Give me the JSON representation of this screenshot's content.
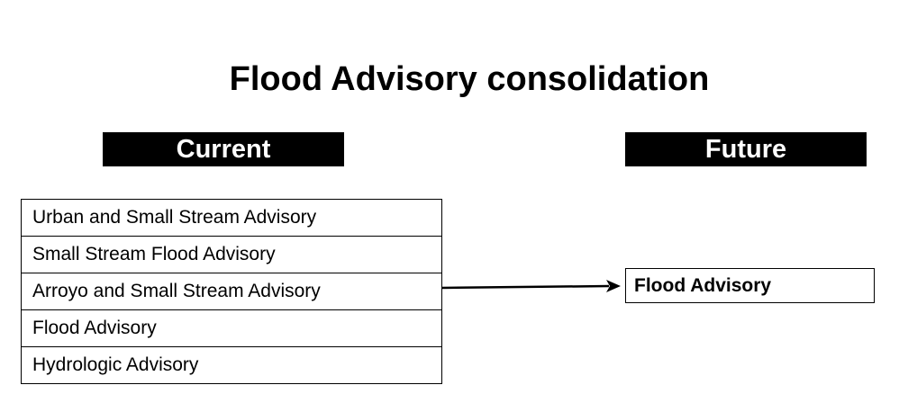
{
  "diagram": {
    "title": "Flood Advisory consolidation",
    "current_header": "Current",
    "future_header": "Future",
    "current_items": [
      "Urban and Small Stream Advisory",
      "Small Stream Flood Advisory",
      "Arroyo and Small Stream Advisory",
      "Flood Advisory",
      "Hydrologic Advisory"
    ],
    "future_item": "Flood Advisory"
  }
}
